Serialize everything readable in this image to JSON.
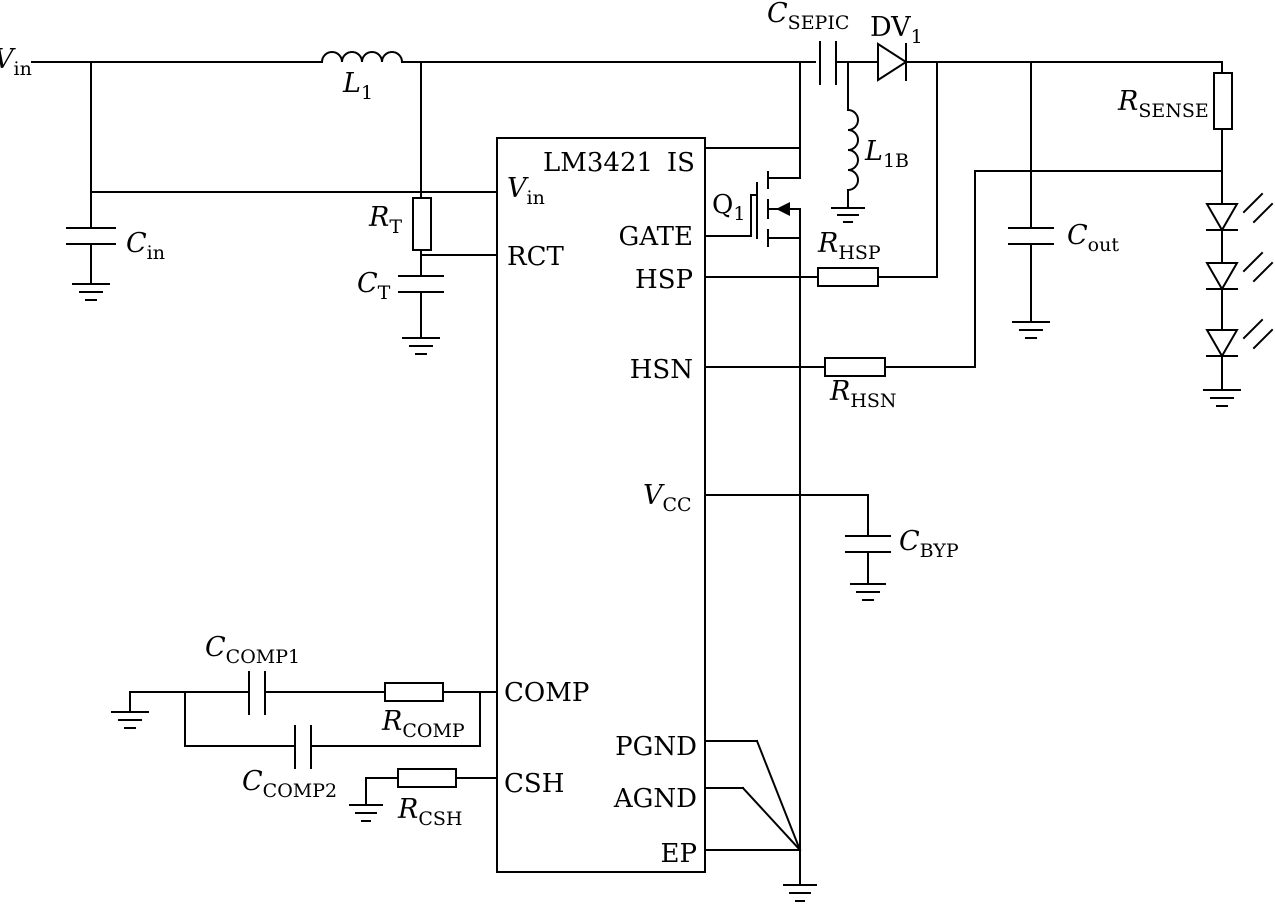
{
  "chip": {
    "name": "LM3421"
  },
  "pins": {
    "vin_main": "V",
    "vin_sub": "in",
    "is": "IS",
    "gate": "GATE",
    "rct": "RCT",
    "hsp": "HSP",
    "hsn": "HSN",
    "vcc_main": "V",
    "vcc_sub": "CC",
    "comp": "COMP",
    "csh": "CSH",
    "pgnd": "PGND",
    "agnd": "AGND",
    "ep": "EP"
  },
  "components": {
    "vin_input": {
      "main": "V",
      "sub": "in"
    },
    "l1": {
      "main": "L",
      "sub": "1"
    },
    "c_sepic": {
      "main": "C",
      "sub": "SEPIC"
    },
    "dv1": {
      "main": "DV",
      "sub": "1"
    },
    "r_sense": {
      "main": "R",
      "sub": "SENSE"
    },
    "l1b": {
      "main": "L",
      "sub": "1B"
    },
    "q1": {
      "main": "Q",
      "sub": "1"
    },
    "c_in": {
      "main": "C",
      "sub": "in"
    },
    "r_t": {
      "main": "R",
      "sub": "T"
    },
    "c_t": {
      "main": "C",
      "sub": "T"
    },
    "r_hsp": {
      "main": "R",
      "sub": "HSP"
    },
    "r_hsn": {
      "main": "R",
      "sub": "HSN"
    },
    "c_out": {
      "main": "C",
      "sub": "out"
    },
    "c_byp": {
      "main": "C",
      "sub": "BYP"
    },
    "c_comp1": {
      "main": "C",
      "sub": "COMP1"
    },
    "r_comp": {
      "main": "R",
      "sub": "COMP"
    },
    "c_comp2": {
      "main": "C",
      "sub": "COMP2"
    },
    "r_csh": {
      "main": "R",
      "sub": "CSH"
    }
  }
}
